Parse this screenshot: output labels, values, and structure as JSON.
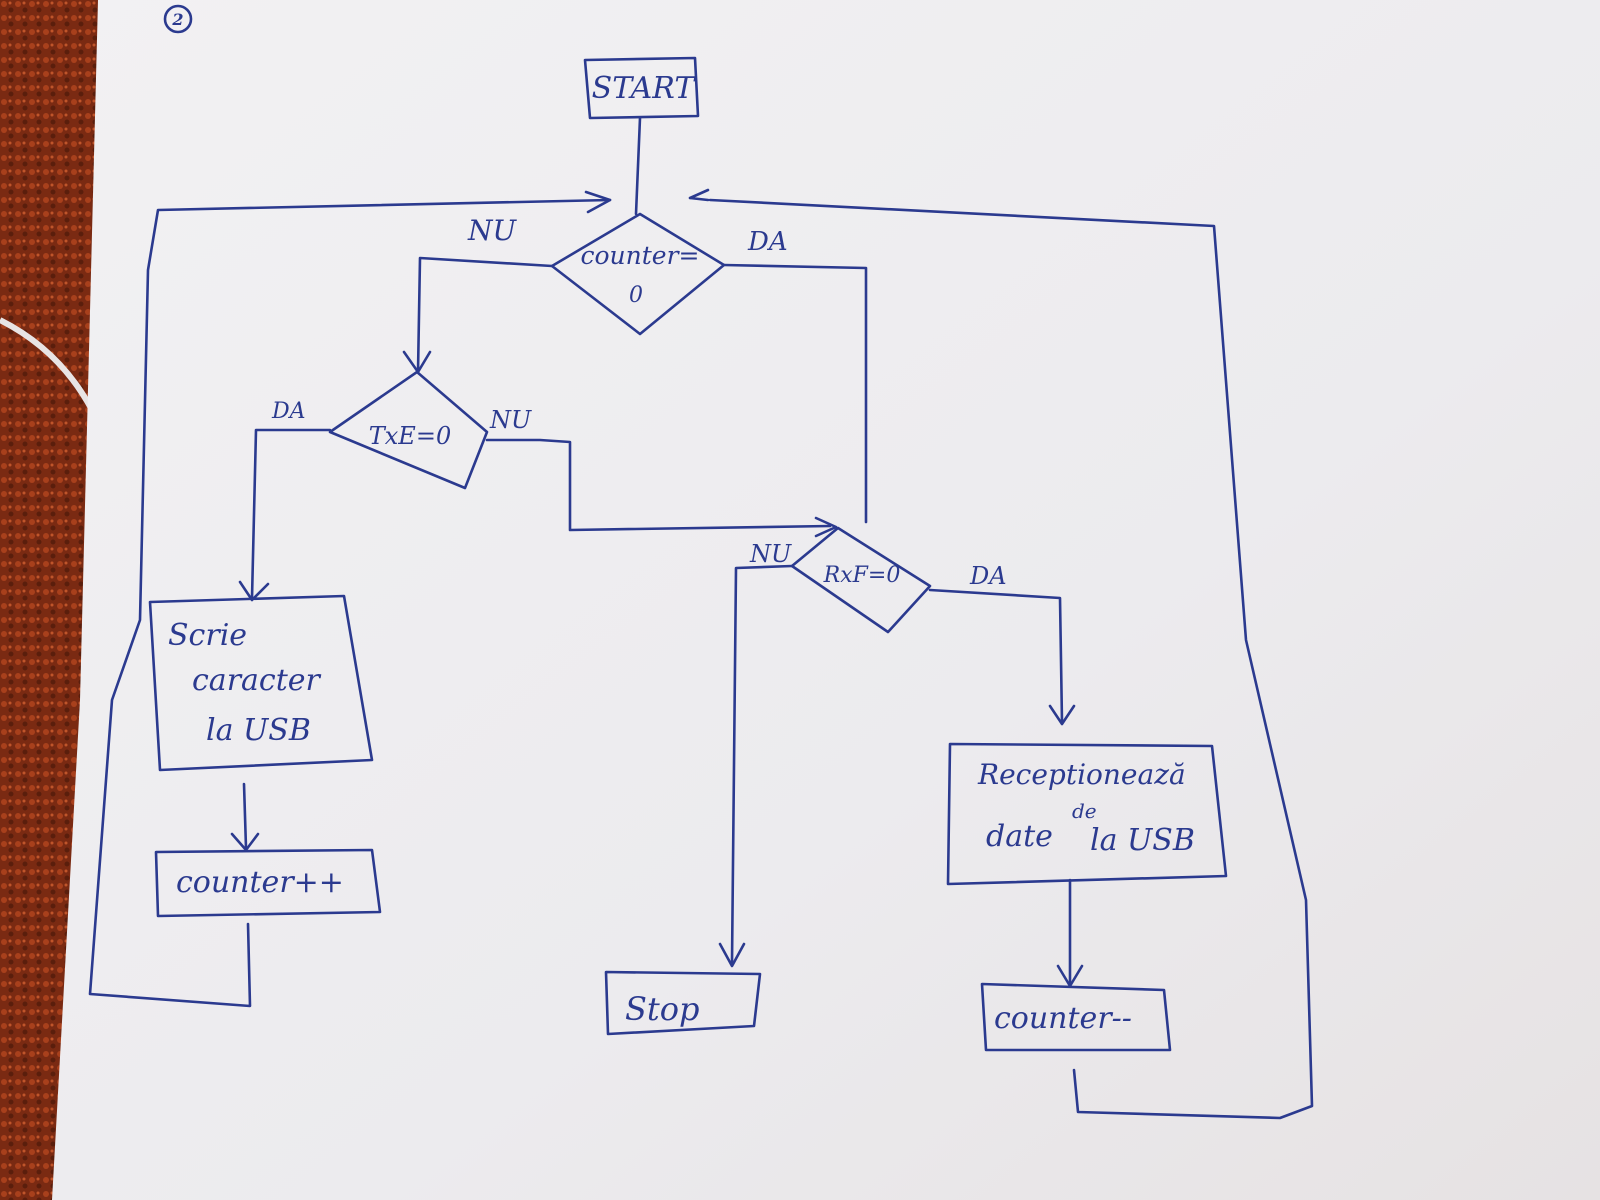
{
  "page_number": "2",
  "nodes": {
    "start": "START",
    "decision_counter_line1": "counter=",
    "decision_counter_line2": "0",
    "decision_txe": "TxE=0",
    "decision_rxf": "RxF=0",
    "write_line1": "Scrie",
    "write_line2": "caracter",
    "write_line3": "la USB",
    "counter_inc": "counter++",
    "stop": "Stop",
    "receive_line1": "Receptionează",
    "receive_line2": "date",
    "receive_line2b": "de",
    "receive_line3": "la USB",
    "counter_dec": "counter--"
  },
  "labels": {
    "counter_no": "NU",
    "counter_yes": "DA",
    "txe_yes": "DA",
    "txe_no": "NU",
    "rxf_no": "NU",
    "rxf_yes": "DA"
  },
  "colors": {
    "ink": "#2b3a8f",
    "paper": "#efedef",
    "carpet": "#8a2e14"
  }
}
